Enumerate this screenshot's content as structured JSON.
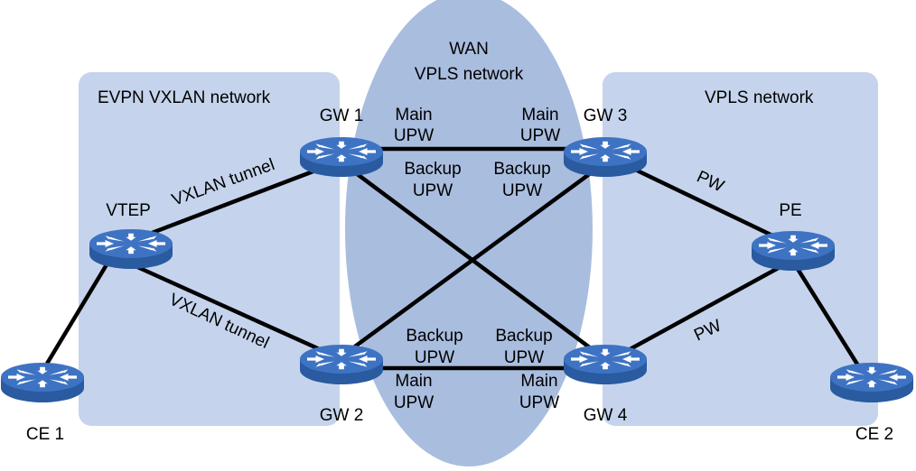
{
  "colors": {
    "region_fill": "#c5d4ec",
    "wan_fill": "#a9bddf",
    "router_top": "#3e73c3",
    "router_side": "#2a5a9f",
    "router_arrow": "#ffffff",
    "link": "#000000"
  },
  "regions": {
    "evpn": "EVPN VXLAN network",
    "wan_line1": "WAN",
    "wan_line2": "VPLS network",
    "vpls": "VPLS network"
  },
  "devices": {
    "ce1": "CE 1",
    "vtep": "VTEP",
    "gw1": "GW 1",
    "gw2": "GW 2",
    "gw3": "GW 3",
    "gw4": "GW 4",
    "pe": "PE",
    "ce2": "CE 2"
  },
  "links": {
    "vtep_gw1": "VXLAN tunnel",
    "vtep_gw2": "VXLAN tunnel",
    "gw3_pe": "PW",
    "gw4_pe": "PW",
    "main": "Main",
    "backup": "Backup",
    "upw": "UPW"
  },
  "icons": {
    "router": "router-icon"
  }
}
